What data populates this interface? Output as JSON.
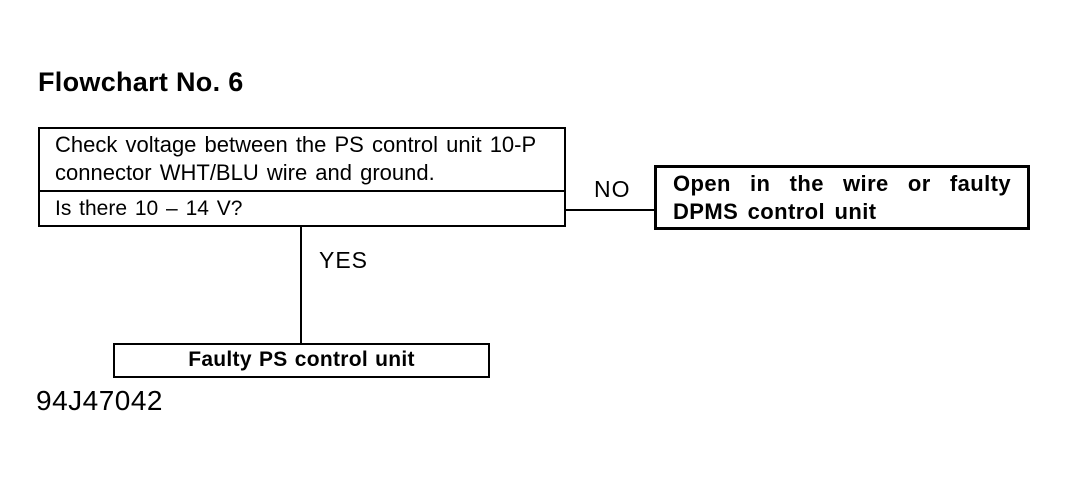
{
  "colors": {
    "ink": "#000000",
    "paper": "#ffffff"
  },
  "page": {
    "title": "Flowchart No. 6",
    "figure_code": "94J47042"
  },
  "flowchart": {
    "question_box": {
      "instruction": "Check voltage between the PS control unit 10-P connector WHT/BLU wire and ground.",
      "question": "Is there 10 – 14 V?"
    },
    "no_branch": {
      "label": "NO",
      "result": "Open in the wire or faulty DPMS control unit"
    },
    "yes_branch": {
      "label": "YES",
      "result": "Faulty PS control unit"
    }
  }
}
